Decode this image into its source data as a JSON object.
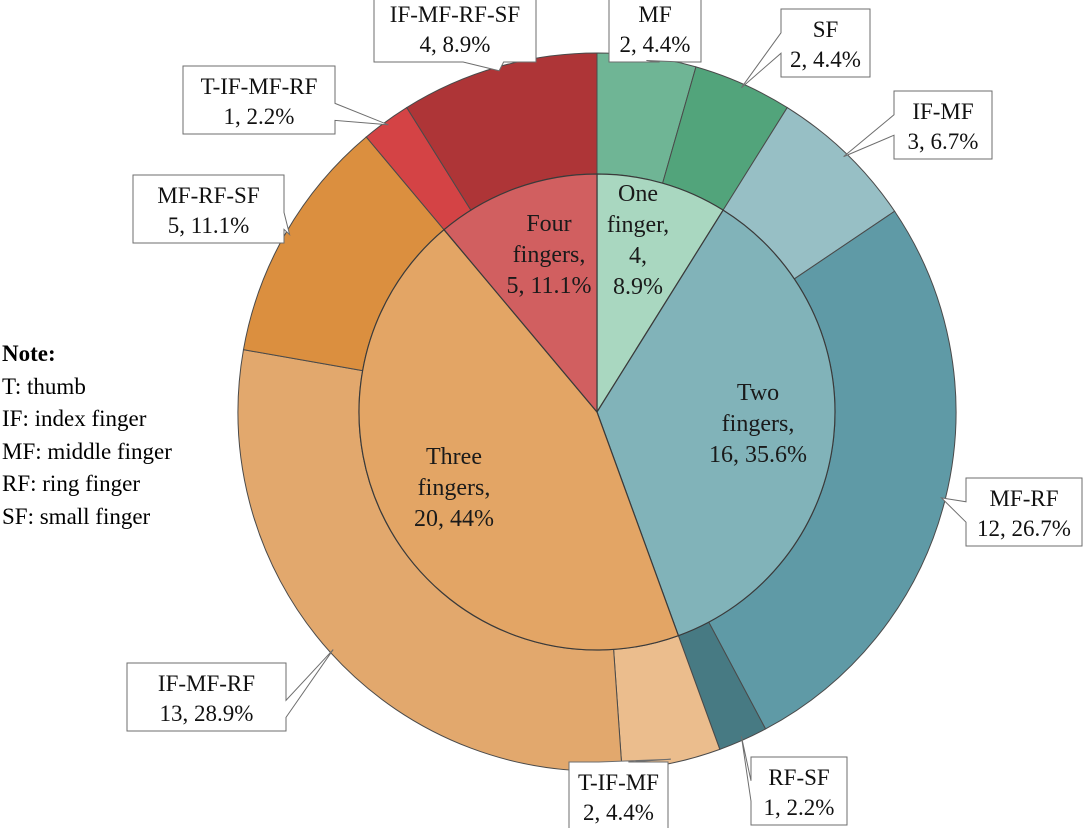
{
  "chart_data": {
    "type": "pie",
    "subtype": "sunburst",
    "inner": [
      {
        "name": "One finger",
        "label_lines": [
          "One",
          "finger,",
          "4,",
          "8.9%"
        ],
        "value": 4,
        "percent": "8.9%",
        "color": "#a9d7c0"
      },
      {
        "name": "Two fingers",
        "label_lines": [
          "Two",
          "fingers,",
          "16, 35.6%"
        ],
        "value": 16,
        "percent": "35.6%",
        "color": "#81b3b9"
      },
      {
        "name": "Three fingers",
        "label_lines": [
          "Three",
          "fingers,",
          "20, 44%"
        ],
        "value": 20,
        "percent": "44%",
        "color": "#e3a565"
      },
      {
        "name": "Four fingers",
        "label_lines": [
          "Four",
          "fingers,",
          "5, 11.1%"
        ],
        "value": 5,
        "percent": "11.1%",
        "color": "#d15f60"
      }
    ],
    "outer": [
      {
        "name": "MF",
        "value": 2,
        "text": "2, 4.4%",
        "color": "#6fb595"
      },
      {
        "name": "SF",
        "value": 2,
        "text": "2, 4.4%",
        "color": "#52a47b"
      },
      {
        "name": "IF-MF",
        "value": 3,
        "text": "3, 6.7%",
        "color": "#97bfc5"
      },
      {
        "name": "MF-RF",
        "value": 12,
        "text": "12, 26.7%",
        "color": "#5f9aa6"
      },
      {
        "name": "RF-SF",
        "value": 1,
        "text": "1, 2.2%",
        "color": "#477a83"
      },
      {
        "name": "T-IF-MF",
        "value": 2,
        "text": "2, 4.4%",
        "color": "#ebbd8d"
      },
      {
        "name": "IF-MF-RF",
        "value": 13,
        "text": "13, 28.9%",
        "color": "#e2a86d"
      },
      {
        "name": "MF-RF-SF",
        "value": 5,
        "text": "5, 11.1%",
        "color": "#db8f3f"
      },
      {
        "name": "T-IF-MF-RF",
        "value": 1,
        "text": "1, 2.2%",
        "color": "#d44345"
      },
      {
        "name": "IF-MF-RF-SF",
        "value": 4,
        "text": "4, 8.9%",
        "color": "#ae3537"
      }
    ]
  },
  "note": {
    "title": "Note:",
    "lines": [
      "T: thumb",
      "IF:  index finger",
      "MF:  middle finger",
      "RF:  ring finger",
      "SF:  small finger"
    ]
  }
}
